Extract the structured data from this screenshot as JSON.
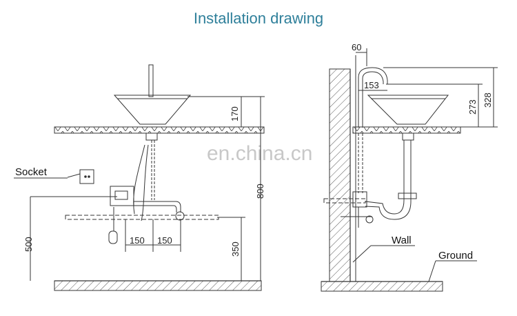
{
  "title": "Installation drawing",
  "watermark": "en.china.cn",
  "front": {
    "socket_label": "Socket",
    "dim_170": "170",
    "dim_800": "800",
    "dim_500": "500",
    "dim_350": "350",
    "dim_150a": "150",
    "dim_150b": "150"
  },
  "side": {
    "dim_60": "60",
    "dim_153": "153",
    "dim_273": "273",
    "dim_328": "328",
    "wall_label": "Wall",
    "ground_label": "Ground"
  },
  "colors": {
    "title": "#2e7f9a",
    "line": "#333333"
  }
}
